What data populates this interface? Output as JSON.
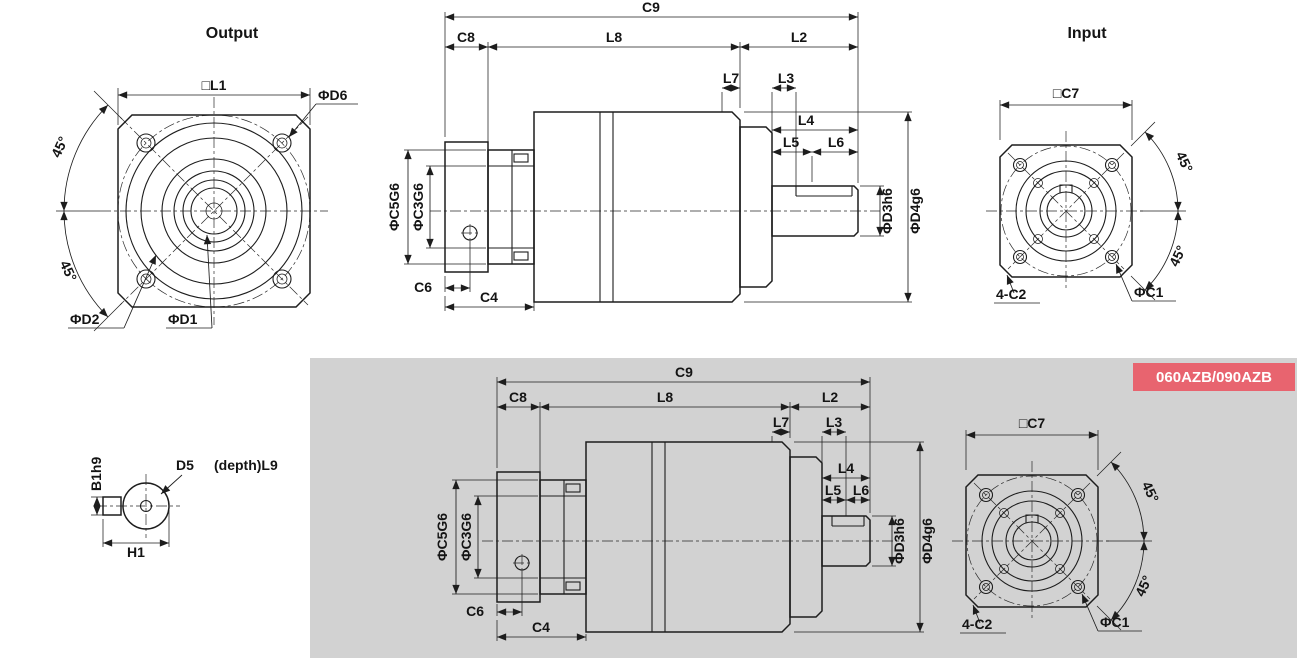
{
  "page": {
    "background": "#ffffff",
    "panel_bg": "#d2d2d2"
  },
  "badge": {
    "label": "060AZB/090AZB",
    "bg": "#e8646f",
    "text_color": "#ffffff"
  },
  "views": {
    "output": {
      "title": "Output",
      "l1": "□L1",
      "d6": "ΦD6",
      "angle_top": "45°",
      "angle_bottom": "45°",
      "d2": "ΦD2",
      "d1": "ΦD1"
    },
    "side_top": {
      "c9": "C9",
      "c8": "C8",
      "l8": "L8",
      "l2": "L2",
      "l7": "L7",
      "l3": "L3",
      "l4": "L4",
      "l5": "L5",
      "l6": "L6",
      "c5g6": "ΦC5G6",
      "c3g6": "ΦC3G6",
      "c6": "C6",
      "c4": "C4",
      "d3h6": "ΦD3h6",
      "d4g6": "ΦD4g6"
    },
    "input_top": {
      "title": "Input",
      "c7": "□C7",
      "angle_top": "45°",
      "angle_bottom": "45°",
      "c2": "4-C2",
      "c1": "ΦC1"
    },
    "shaft_detail": {
      "b1h9": "B1h9",
      "d5": "D5",
      "depth_l9": "(depth)L9",
      "h1": "H1"
    },
    "side_bottom": {
      "c9": "C9",
      "c8": "C8",
      "l8": "L8",
      "l2": "L2",
      "l7": "L7",
      "l3": "L3",
      "l4": "L4",
      "l5": "L5",
      "l6": "L6",
      "c5g6": "ΦC5G6",
      "c3g6": "ΦC3G6",
      "c6": "C6",
      "c4": "C4",
      "d3h6": "ΦD3h6",
      "d4g6": "ΦD4g6"
    },
    "input_bottom": {
      "c7": "□C7",
      "angle_top": "45°",
      "angle_bottom": "45°",
      "c2": "4-C2",
      "c1": "ΦC1"
    }
  }
}
